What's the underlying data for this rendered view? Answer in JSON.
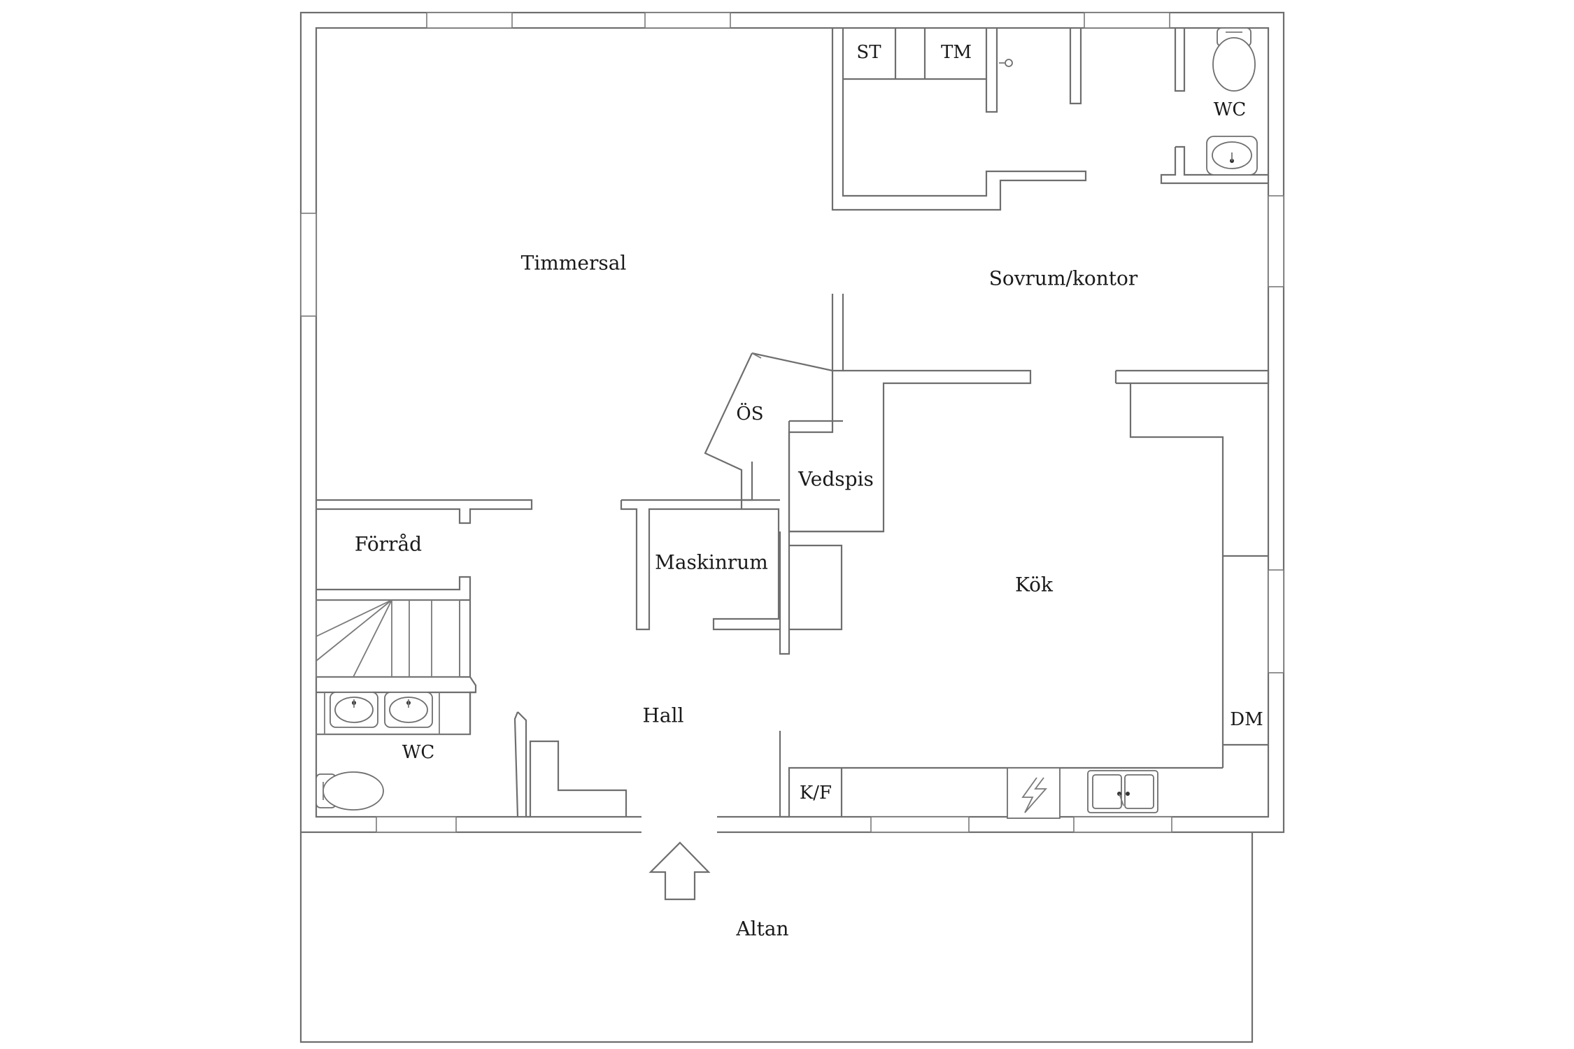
{
  "floorplan": {
    "rooms": {
      "timmersal": "Timmersal",
      "sovrum_kontor": "Sovrum/kontor",
      "st": "ST",
      "tm": "TM",
      "wc_upper": "WC",
      "os": "ÖS",
      "vedspis": "Vedspis",
      "forrad": "Förråd",
      "maskinrum": "Maskinrum",
      "kok": "Kök",
      "hall": "Hall",
      "wc_lower": "WC",
      "dm": "DM",
      "kf": "K/F",
      "altan": "Altan"
    },
    "icons": {
      "entrance": "entrance-arrow-icon",
      "toilet": "toilet-icon",
      "sink": "washbasin-icon",
      "stove": "stove-icon",
      "kitchen_sink": "kitchen-sink-icon",
      "stairs": "staircase-icon"
    },
    "colors": {
      "wall": "#6e6e6e",
      "background": "#ffffff",
      "text": "#1a1a1a"
    }
  }
}
